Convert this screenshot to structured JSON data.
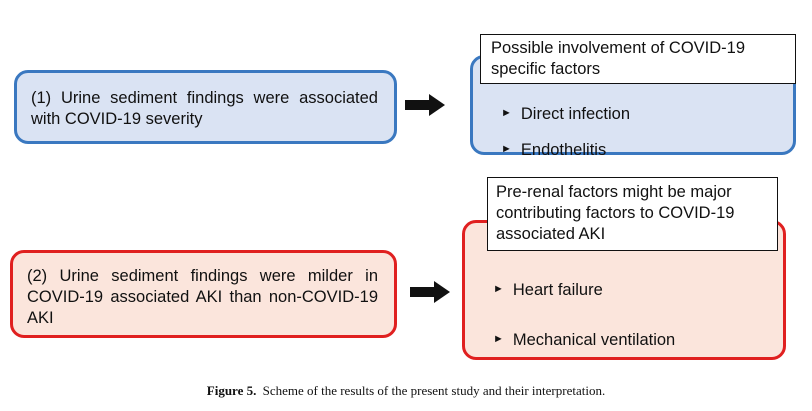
{
  "findings": [
    {
      "text": "(1) Urine sediment findings were associated with COVID-19 severity"
    },
    {
      "text": "(2) Urine sediment findings were milder in COVID-19 associated AKI than non-COVID-19 AKI"
    }
  ],
  "interpretations": [
    {
      "note": "Possible involvement of COVID-19 specific factors",
      "items": [
        "Direct infection",
        "Endothelitis"
      ]
    },
    {
      "note": "Pre-renal factors might be major contributing factors to COVID-19 associated AKI",
      "items": [
        "Heart failure",
        "Mechanical ventilation"
      ]
    }
  ],
  "caption": {
    "label": "Figure 5.",
    "text": "Scheme of the results of the present study and their interpretation."
  },
  "icons": {
    "arrow": "right-arrow-icon",
    "bullet": "triangle-bullet-icon"
  },
  "colors": {
    "finding1_border": "#3a78c0",
    "finding1_fill": "#dae3f3",
    "finding2_border": "#e02020",
    "finding2_fill": "#fbe5dc",
    "arrow": "#111111",
    "text": "#111111"
  }
}
